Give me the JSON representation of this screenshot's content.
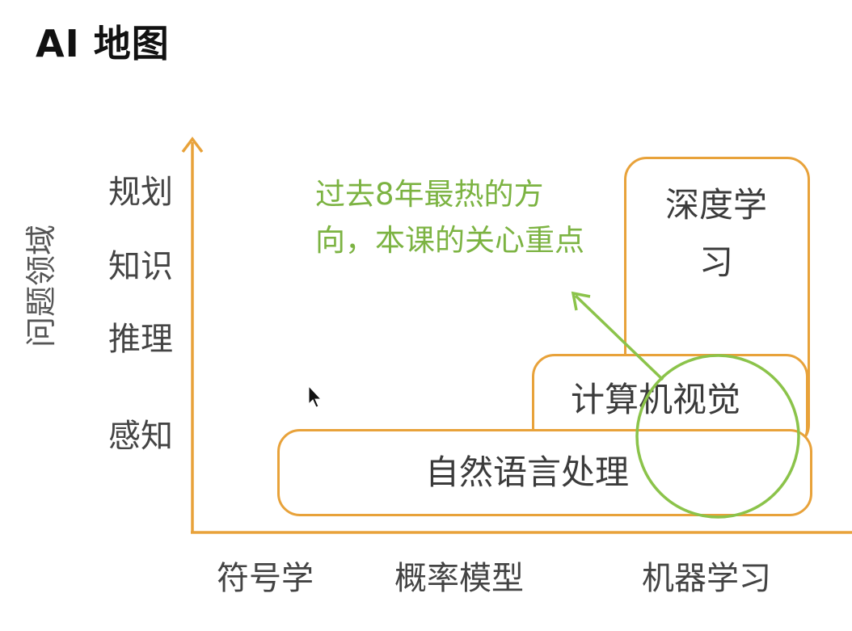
{
  "title": "AI 地图",
  "y_axis": {
    "label": "问题领域",
    "ticks": [
      "规划",
      "知识",
      "推理",
      "感知"
    ]
  },
  "x_axis": {
    "ticks": [
      "符号学",
      "概率模型",
      "机器学习"
    ]
  },
  "boxes": {
    "deep_learning": "深度学\n习",
    "computer_vision": "计算机视觉",
    "nlp": "自然语言处理"
  },
  "annotation": "过去8年最热的方向，本课的关心重点",
  "colors": {
    "axis": "#e8a23a",
    "box_border": "#e8a23a",
    "highlight": "#8bc34a",
    "note_text": "#7cb342"
  }
}
